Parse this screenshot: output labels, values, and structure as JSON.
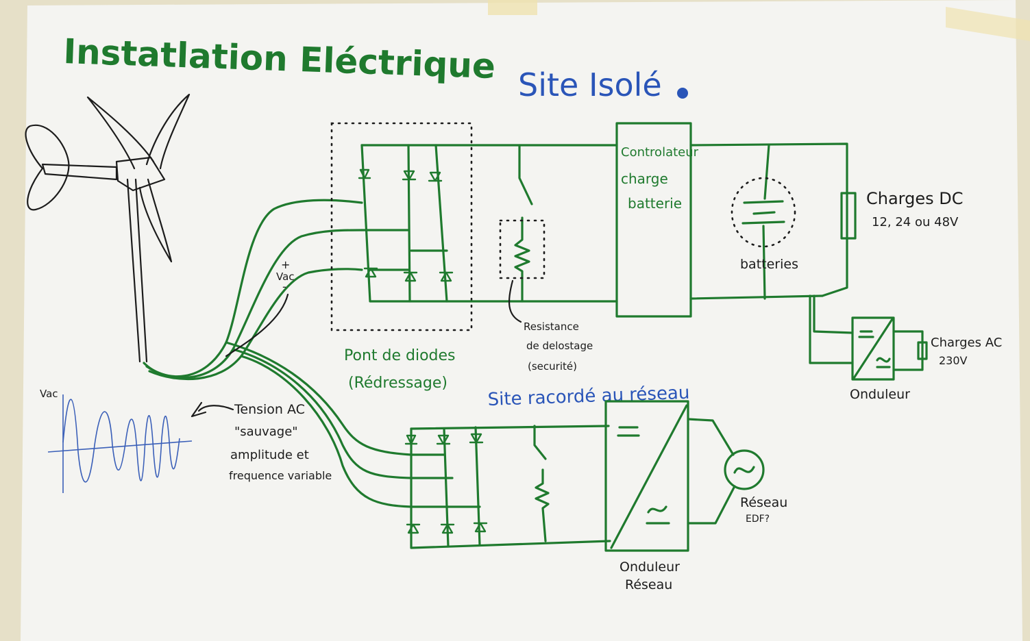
{
  "title": "Instatlation Eléctrique",
  "site_isole": {
    "heading": "Site Isolé",
    "pont_label_1": "Pont de diodes",
    "pont_label_2": "(Rédressage)",
    "resistance_1": "Resistance",
    "resistance_2": "de delostage",
    "resistance_3": "(securité)",
    "controller_1": "Controlateur",
    "controller_2": "charge",
    "controller_3": "batterie",
    "batteries": "batteries",
    "charges_dc_1": "Charges DC",
    "charges_dc_2": "12, 24 ou 48V",
    "charges_ac_1": "Charges AC",
    "charges_ac_2": "230V",
    "onduleur": "Onduleur"
  },
  "site_raccorde": {
    "heading": "Site racordé au réseau",
    "onduleur_1": "Onduleur",
    "onduleur_2": "Réseau",
    "reseau_1": "Réseau",
    "reseau_2": "EDF?"
  },
  "wind": {
    "plus": "+",
    "vac": "Vac",
    "minus": "-"
  },
  "signal": {
    "axis_label": "Vac",
    "tension_1": "Tension AC",
    "tension_2": "\"sauvage\"",
    "tension_3": "amplitude et",
    "tension_4": "frequence variable"
  },
  "colors": {
    "marker_green": "#1f7a2e",
    "marker_blue": "#2a55b8",
    "board_white": "#f6f6f3"
  }
}
